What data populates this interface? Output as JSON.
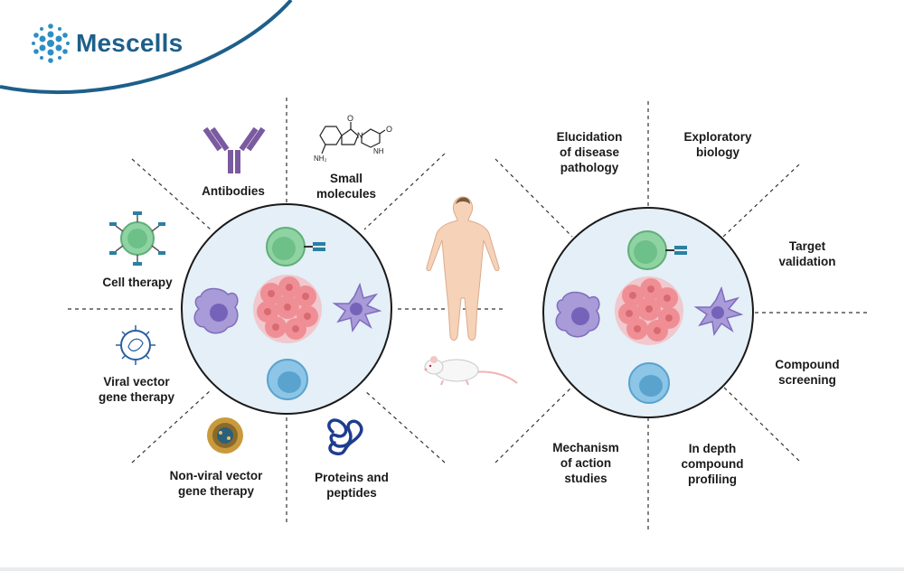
{
  "brand": {
    "name": "Mescells",
    "color": "#1e5f8a",
    "icon": "cell-cluster-logo-icon"
  },
  "left_panel": {
    "labels": {
      "antibodies": "Antibodies",
      "small_molecules": "Small\nmolecules",
      "cell_therapy": "Cell therapy",
      "viral_vector": "Viral vector\ngene therapy",
      "non_viral_vector": "Non-viral vector\ngene therapy",
      "proteins_peptides": "Proteins and\npeptides"
    },
    "molecule_text": {
      "oxygen_top": "O",
      "oxygen_right": "O",
      "nh": "NH",
      "nh2": "NH₂",
      "n": "N"
    }
  },
  "right_panel": {
    "labels": {
      "elucidation": "Elucidation\nof disease\npathology",
      "exploratory": "Exploratory\nbiology",
      "target_validation": "Target\nvalidation",
      "compound_screening": "Compound\nscreening",
      "mechanism": "Mechanism\nof action\nstudies",
      "in_depth": "In depth\ncompound\nprofiling"
    }
  },
  "colors": {
    "circle_fill": "#e4eff7",
    "circle_stroke": "#1a1a1a",
    "tumor": "#ef8f95",
    "t_cell": "#8fd3a2",
    "macrophage": "#a99ad8",
    "dendritic": "#a99ad8",
    "b_cell": "#8cc5e6",
    "antibody": "#7a5aa0",
    "accent_swoosh": "#1e5f8a"
  }
}
